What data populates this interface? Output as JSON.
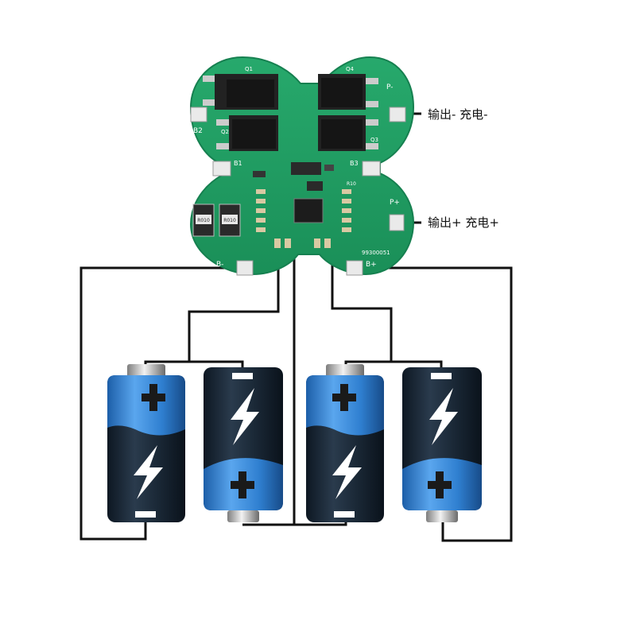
{
  "board": {
    "pads": {
      "b_minus": "B-",
      "b_plus": "B+",
      "b1": "B1",
      "b2": "B2",
      "b3": "B3",
      "p_minus": "P-",
      "p_plus": "P+"
    },
    "components": {
      "q1": "Q1",
      "q2": "Q2",
      "q3": "Q3",
      "q4": "Q4",
      "resistor_left": "R010",
      "resistor_right": "R010",
      "r10": "R10",
      "serial": "99300051"
    }
  },
  "labels": {
    "output_minus": "输出- 充电-",
    "output_plus": "输出+ 充电+"
  },
  "colors": {
    "pcb": "#1f9e63",
    "pcb_edge": "#17804f",
    "wire": "#111111",
    "battery_blue": "#2f7fd0",
    "battery_dark": "#1a2a3a"
  },
  "batteries": [
    {
      "orientation": "plus-top",
      "icon": "plus-icon"
    },
    {
      "orientation": "plus-bottom",
      "icon": "plus-icon"
    },
    {
      "orientation": "plus-top",
      "icon": "plus-icon"
    },
    {
      "orientation": "plus-bottom",
      "icon": "plus-icon"
    }
  ]
}
